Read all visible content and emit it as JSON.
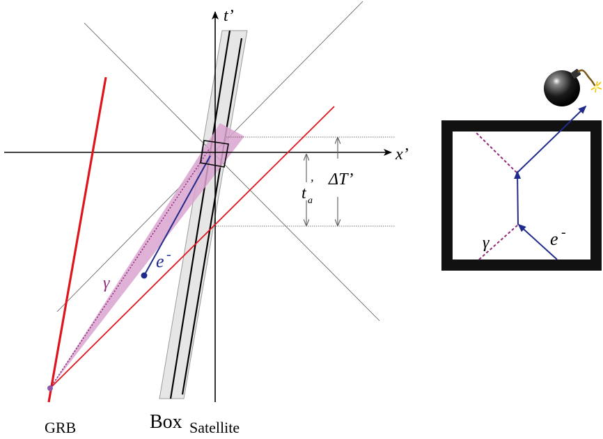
{
  "labels": {
    "x_axis": "x’",
    "t_axis": "t’",
    "delta_t": "ΔT’",
    "t_a_main": "t",
    "t_a_sub": "a",
    "t_a_prime": "’",
    "electron_main": "e",
    "electron_sup": "-",
    "gamma": "γ",
    "grb": "GRB",
    "box": "Box",
    "satellite": "Satellite"
  },
  "inset": {
    "gamma": "γ",
    "electron_main": "e",
    "electron_sup": "-"
  },
  "colors": {
    "axis": "#000000",
    "grb_worldline": "#e0141c",
    "light_ray": "#e0141c",
    "electron": "#1f2a8a",
    "photon": "#8e2a7a",
    "photon_cone": "#d9a3cf",
    "box_band": "#e6e6e6",
    "light_cone_lines": "#555555"
  },
  "icons": {
    "bomb": "bomb-icon",
    "arrow": "arrowhead-icon"
  }
}
